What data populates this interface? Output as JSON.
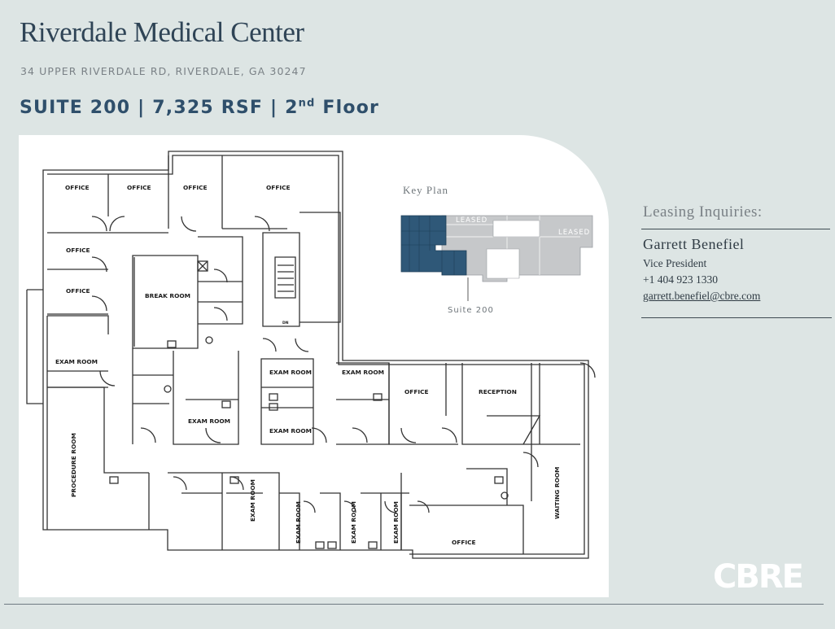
{
  "header": {
    "title": "Riverdale Medical Center",
    "address": "34 UPPER RIVERDALE RD, RIVERDALE, GA 30247",
    "suite_main": "SUITE 200  |  7,325 RSF  |  2",
    "suite_sup": "nd",
    "suite_tail": " Floor"
  },
  "floorplan": {
    "rooms": {
      "office_1": "OFFICE",
      "office_2": "OFFICE",
      "office_3": "OFFICE",
      "office_4": "OFFICE",
      "office_5": "OFFICE",
      "office_6": "OFFICE",
      "break_room": "BREAK ROOM",
      "exam_room_west": "EXAM ROOM",
      "procedure_room": "PROCEDURE ROOM",
      "exam_room_center": "EXAM ROOM",
      "exam_room_mid_1": "EXAM ROOM",
      "exam_room_mid_2": "EXAM ROOM",
      "exam_room_mid_3": "EXAM ROOM",
      "office_mid": "OFFICE",
      "reception": "RECEPTION",
      "waiting_room": "WAITING ROOM",
      "exam_room_s1": "EXAM ROOM",
      "exam_room_s2": "EXAM ROOM",
      "exam_room_s3": "EXAM ROOM",
      "exam_room_s4": "EXAM ROOM",
      "office_south": "OFFICE",
      "dn": "DN"
    }
  },
  "keyplan": {
    "label": "Key Plan",
    "leased_1": "LEASED",
    "leased_2": "LEASED",
    "suite_label": "Suite 200",
    "colors": {
      "suite": "#2f5878",
      "leased": "#c6c8ca"
    }
  },
  "leasing": {
    "title": "Leasing Inquiries:",
    "name": "Garrett  Benefiel",
    "role": "Vice President",
    "phone": "+1 404 923 1330",
    "email": "garrett.benefiel@cbre.com"
  },
  "brand": {
    "logo": "CBRE",
    "accent": "#2f4f6b",
    "background": "#dde5e4"
  }
}
